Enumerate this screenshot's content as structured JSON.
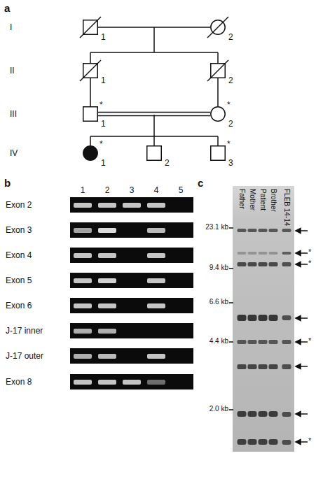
{
  "diagram": {
    "nodes": [
      {
        "text": [
          "1"
        ]
      },
      {
        "text": [
          "2"
        ]
      },
      {
        "text": [
          "1"
        ]
      },
      {
        "text": [
          "2"
        ]
      },
      {
        "text": [
          "1"
        ]
      },
      {
        "text": [
          "2"
        ]
      },
      {
        "text": [
          "1"
        ]
      },
      {
        "text": [
          "2"
        ]
      },
      {
        "text": [
          "3"
        ]
      }
    ],
    "edges": [
      {
        "from": 0,
        "to": 1,
        "arrow": "none"
      },
      {
        "from": 2,
        "to": 4,
        "arrow": "none"
      },
      {
        "from": 3,
        "to": 5,
        "arrow": "none"
      },
      {
        "from": 4,
        "to": 5,
        "arrow": "none"
      }
    ],
    "labels": [
      "a",
      "I",
      "II",
      "III",
      "IV",
      "*",
      "*",
      "*",
      "*",
      "b",
      "1",
      "2",
      "3",
      "4",
      "5",
      "Exon 2",
      "Exon 3",
      "Exon 4",
      "Exon 5",
      "Exon 6",
      "J-17 inner",
      "J-17 outer",
      "Exon 8",
      "c",
      "Father",
      "Mother",
      "Patient",
      "Brother",
      "FLEB 14-14",
      "23.1 kb",
      "9.4 kb",
      "6.6 kb",
      "4.4 kb",
      "2.0 kb",
      "*",
      "*",
      "*",
      "*"
    ]
  }
}
